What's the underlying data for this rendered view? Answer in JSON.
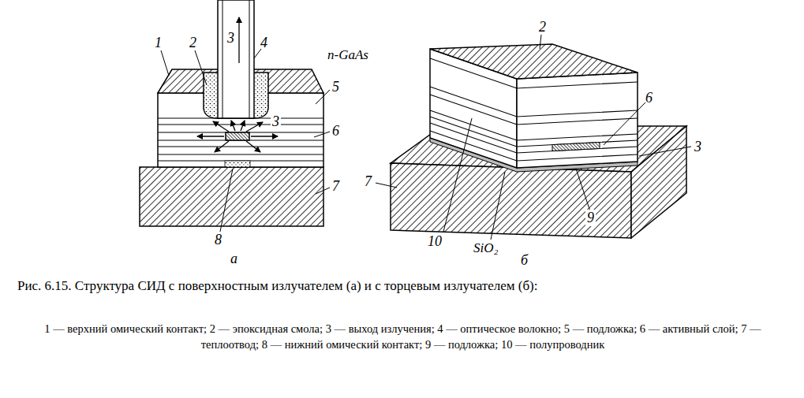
{
  "diagram": {
    "caption": "Рис. 6.15. Структура СИД с поверхностным излучателем (а) и с торцевым излучателем (б):",
    "labels": [
      "1",
      "2",
      "3",
      "4",
      "n-GaAs",
      "5",
      "3",
      "6",
      "7",
      "8",
      "а",
      "2",
      "6",
      "3",
      "7",
      "10",
      "9",
      "SiO₂",
      "б",
      "1 — верхний омический контакт; 2 — эпоксидная смола; 3 — выход излучения; 4 — оптическое волокно; 5 — подложка; 6 — активный слой; 7 — теплоотвод; 8 — нижний омический контакт; 9 — подложка; 10 — полупроводник"
    ]
  }
}
